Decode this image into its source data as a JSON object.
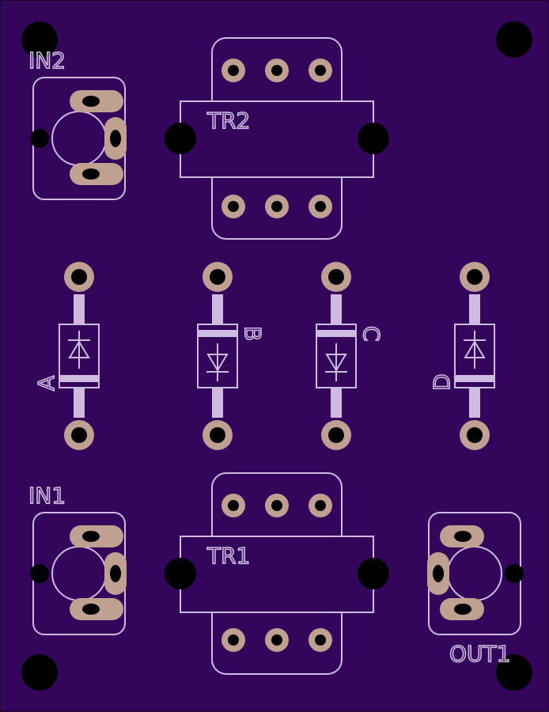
{
  "colors": {
    "board": "#33065c",
    "border": "#1a0a2a",
    "silkscreen": "#cdbbe0",
    "pad": "#c0a090",
    "hole": "#000000",
    "trace": "#cdbbe0"
  },
  "labels": {
    "in2": "IN2",
    "in1": "IN1",
    "out1": "OUT1",
    "tr1": "TR1",
    "tr2": "TR2",
    "diode_a": "A",
    "diode_b": "B",
    "diode_c": "C",
    "diode_d": "D"
  },
  "icons": {
    "mounting_hole": "mounting-hole-icon",
    "diode": "diode-symbol-icon",
    "jack": "dc-jack-footprint-icon",
    "transformer": "transformer-footprint-icon"
  }
}
